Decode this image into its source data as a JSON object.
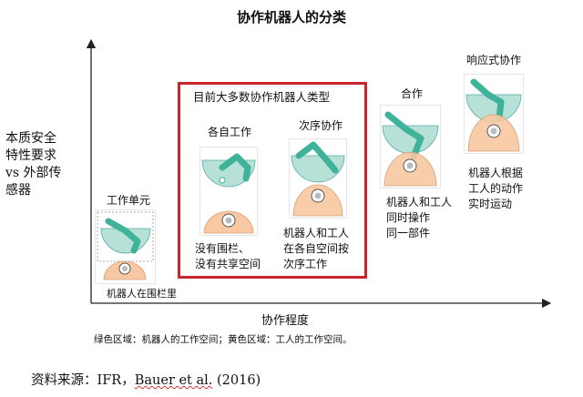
{
  "title": "协作机器人的分类",
  "y_axis": {
    "lines": [
      "本质安全",
      "特性要求",
      "vs 外部传",
      "感器"
    ]
  },
  "x_axis": {
    "label": "协作程度"
  },
  "majority_box": {
    "title": "目前大多数协作机器人类型"
  },
  "categories": [
    {
      "title": "工作单元",
      "description": [
        "机器人在围栏里"
      ]
    },
    {
      "title": "各自工作",
      "description": [
        "没有围栏、",
        "没有共享空间"
      ]
    },
    {
      "title": "次序协作",
      "description": [
        "机器人和工人",
        "在各自空间按",
        "次序工作"
      ]
    },
    {
      "title": "合作",
      "description": [
        "机器人和工人",
        "同时操作",
        "同一部件"
      ]
    },
    {
      "title": "响应式协作",
      "description": [
        "机器人根据",
        "工人的动作",
        "实时运动"
      ]
    }
  ],
  "legend_note": "绿色区域：机器人的工作空间；黄色区域：工人的工作空间。",
  "source": {
    "prefix": "资料来源：IFR，",
    "author": "Bauer et al.",
    "year": " (2016)"
  },
  "colors": {
    "robot_zone": "#b7e1d6",
    "robot_arm": "#3fb39a",
    "worker_zone": "#f7c8a1",
    "frame": "#c8262c"
  }
}
